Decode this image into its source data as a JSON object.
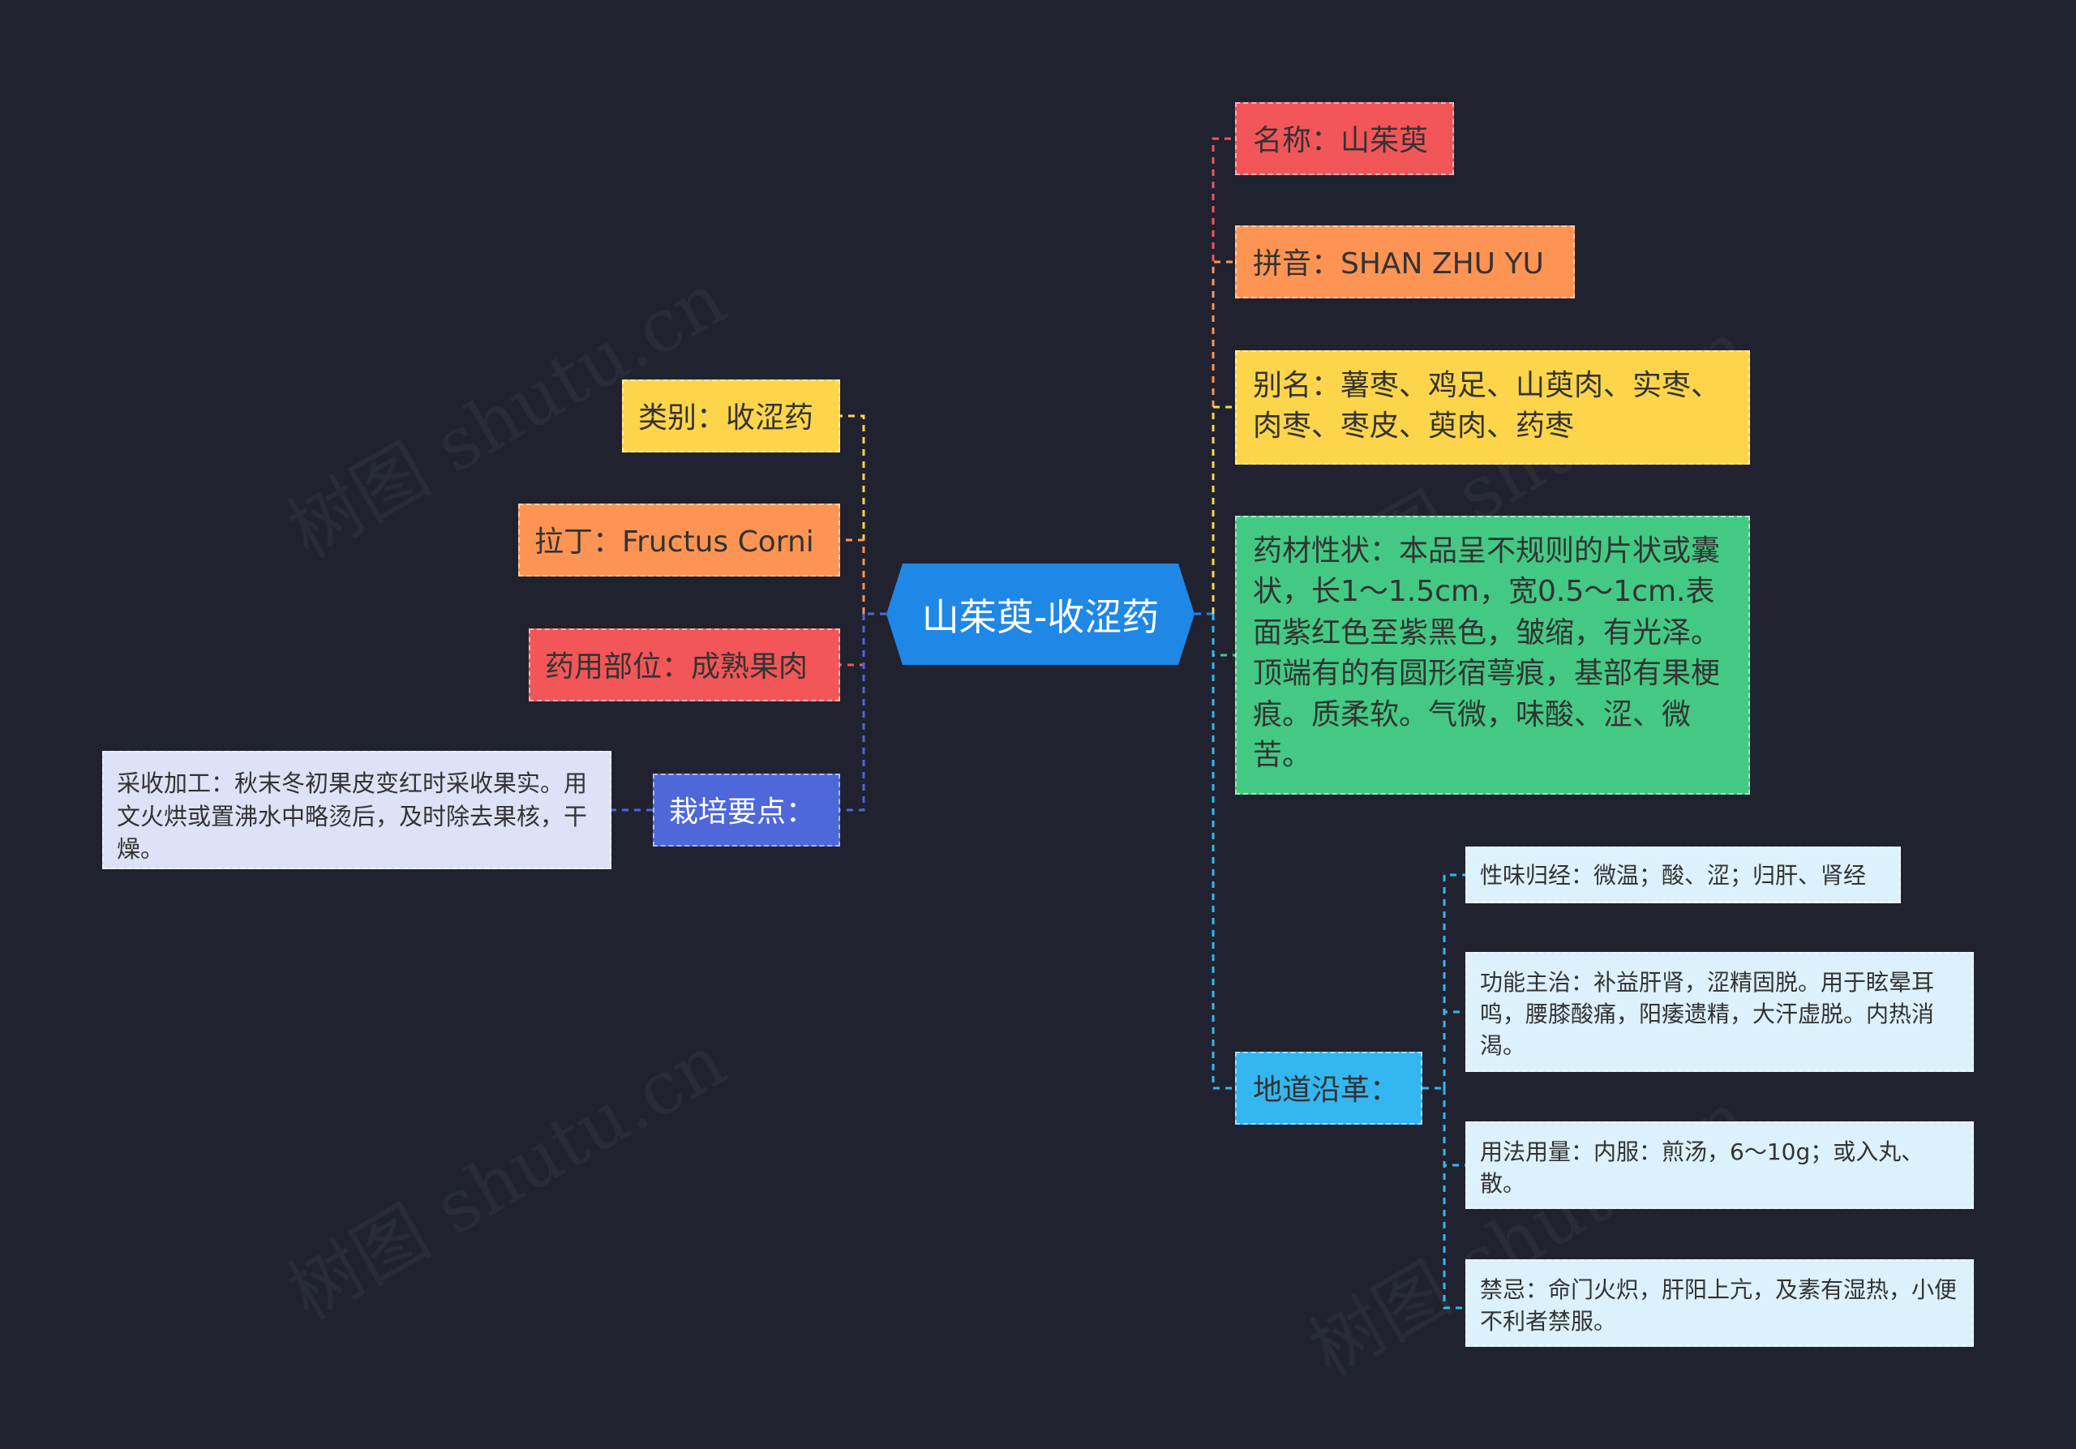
{
  "title": "山茱萸-收涩药",
  "watermark": "树图 shutu.cn",
  "left": [
    {
      "text": "类别：收涩药",
      "color": "#fcd54a"
    },
    {
      "text": "拉丁：Fructus Corni",
      "color": "#fd9453"
    },
    {
      "text": "药用部位：成熟果肉",
      "color": "#f25658"
    },
    {
      "text": "栽培要点：",
      "color": "#4e67d9"
    }
  ],
  "cultivation_detail": "采收加工：秋末冬初果皮变红时采收果实。用文火烘或置沸水中略烫后，及时除去果核，干燥。",
  "right": [
    {
      "text": "名称：山茱萸",
      "color": "#f25658"
    },
    {
      "text": "拼音：SHAN ZHU YU",
      "color": "#fd9453"
    },
    {
      "text": "别名：薯枣、鸡足、山萸肉、实枣、肉枣、枣皮、萸肉、药枣",
      "color": "#fcd54a"
    },
    {
      "text": "药材性状：本品呈不规则的片状或囊状，长1～1.5cm，宽0.5～1cm.表面紫红色至紫黑色，皱缩，有光泽。顶端有的有圆形宿萼痕，基部有果梗痕。质柔软。气微，味酸、涩、微苦。",
      "color": "#43c983"
    },
    {
      "text": "地道沿革：",
      "color": "#34b6f1"
    }
  ],
  "region_details": [
    "性味归经：微温；酸、涩；归肝、肾经",
    "功能主治：补益肝肾，涩精固脱。用于眩晕耳鸣，腰膝酸痛，阳痿遗精，大汗虚脱。内热消渴。",
    "用法用量：内服：煎汤，6～10g；或入丸、散。",
    "禁忌：命门火炽，肝阳上亢，及素有湿热，小便不利者禁服。"
  ]
}
